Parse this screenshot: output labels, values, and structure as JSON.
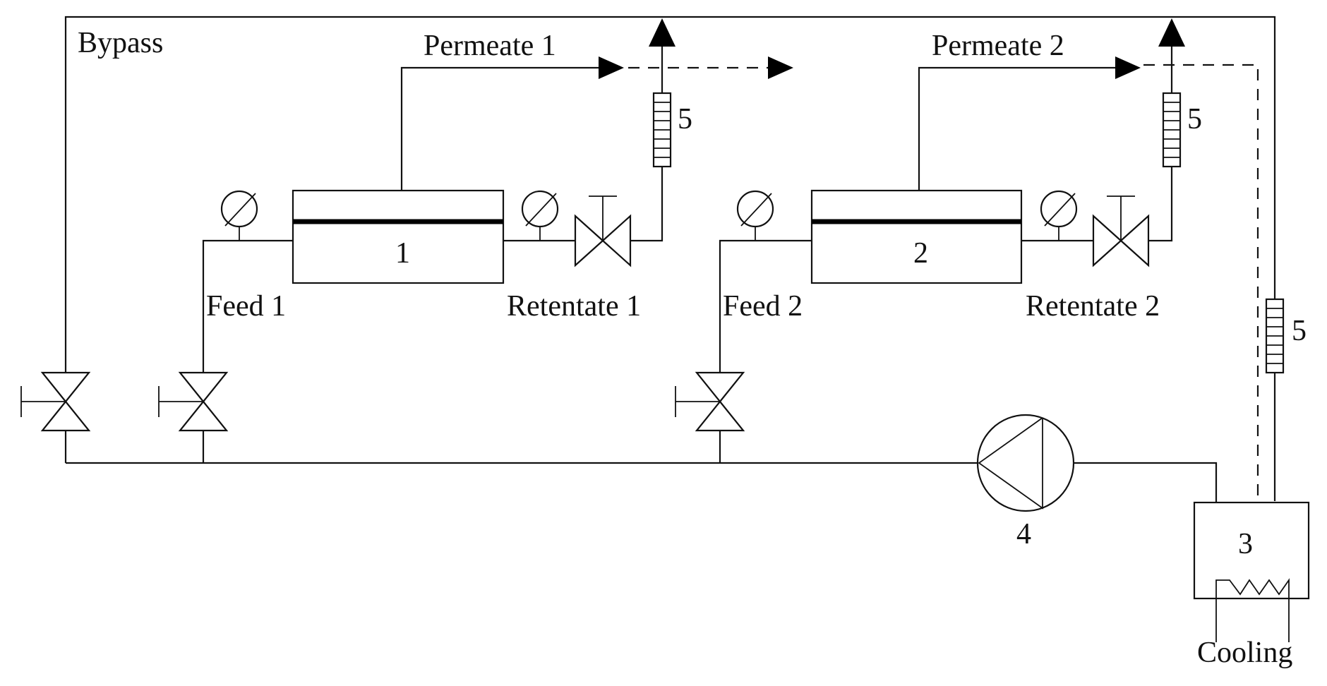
{
  "labels": {
    "bypass": "Bypass",
    "permeate1": "Permeate 1",
    "permeate2": "Permeate 2",
    "feed1": "Feed 1",
    "feed2": "Feed 2",
    "retentate1": "Retentate 1",
    "retentate2": "Retentate 2",
    "module1": "1",
    "module2": "2",
    "tank": "3",
    "pump": "4",
    "flowmeter1": "5",
    "flowmeter2": "5",
    "flowmeter3": "5",
    "cooling": "Cooling"
  }
}
